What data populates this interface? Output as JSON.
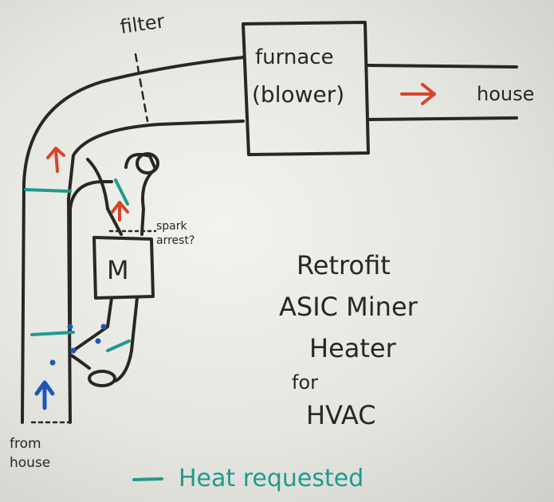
{
  "labels": {
    "filter": "filter",
    "furnace_line1": "furnace",
    "furnace_line2": "(blower)",
    "house": "house",
    "miner": "M",
    "spark_line1": "spark",
    "spark_line2": "arrest?",
    "from_line1": "from",
    "from_line2": "house",
    "legend": "Heat requested"
  },
  "title": {
    "line1": "Retrofit",
    "line2": "ASIC Miner",
    "line3": "Heater",
    "line4": "for",
    "line5": "HVAC"
  },
  "colors": {
    "ink": "#2a2622",
    "teal": "#1f9a8e",
    "red": "#d5452a",
    "blue": "#1f56b8"
  }
}
